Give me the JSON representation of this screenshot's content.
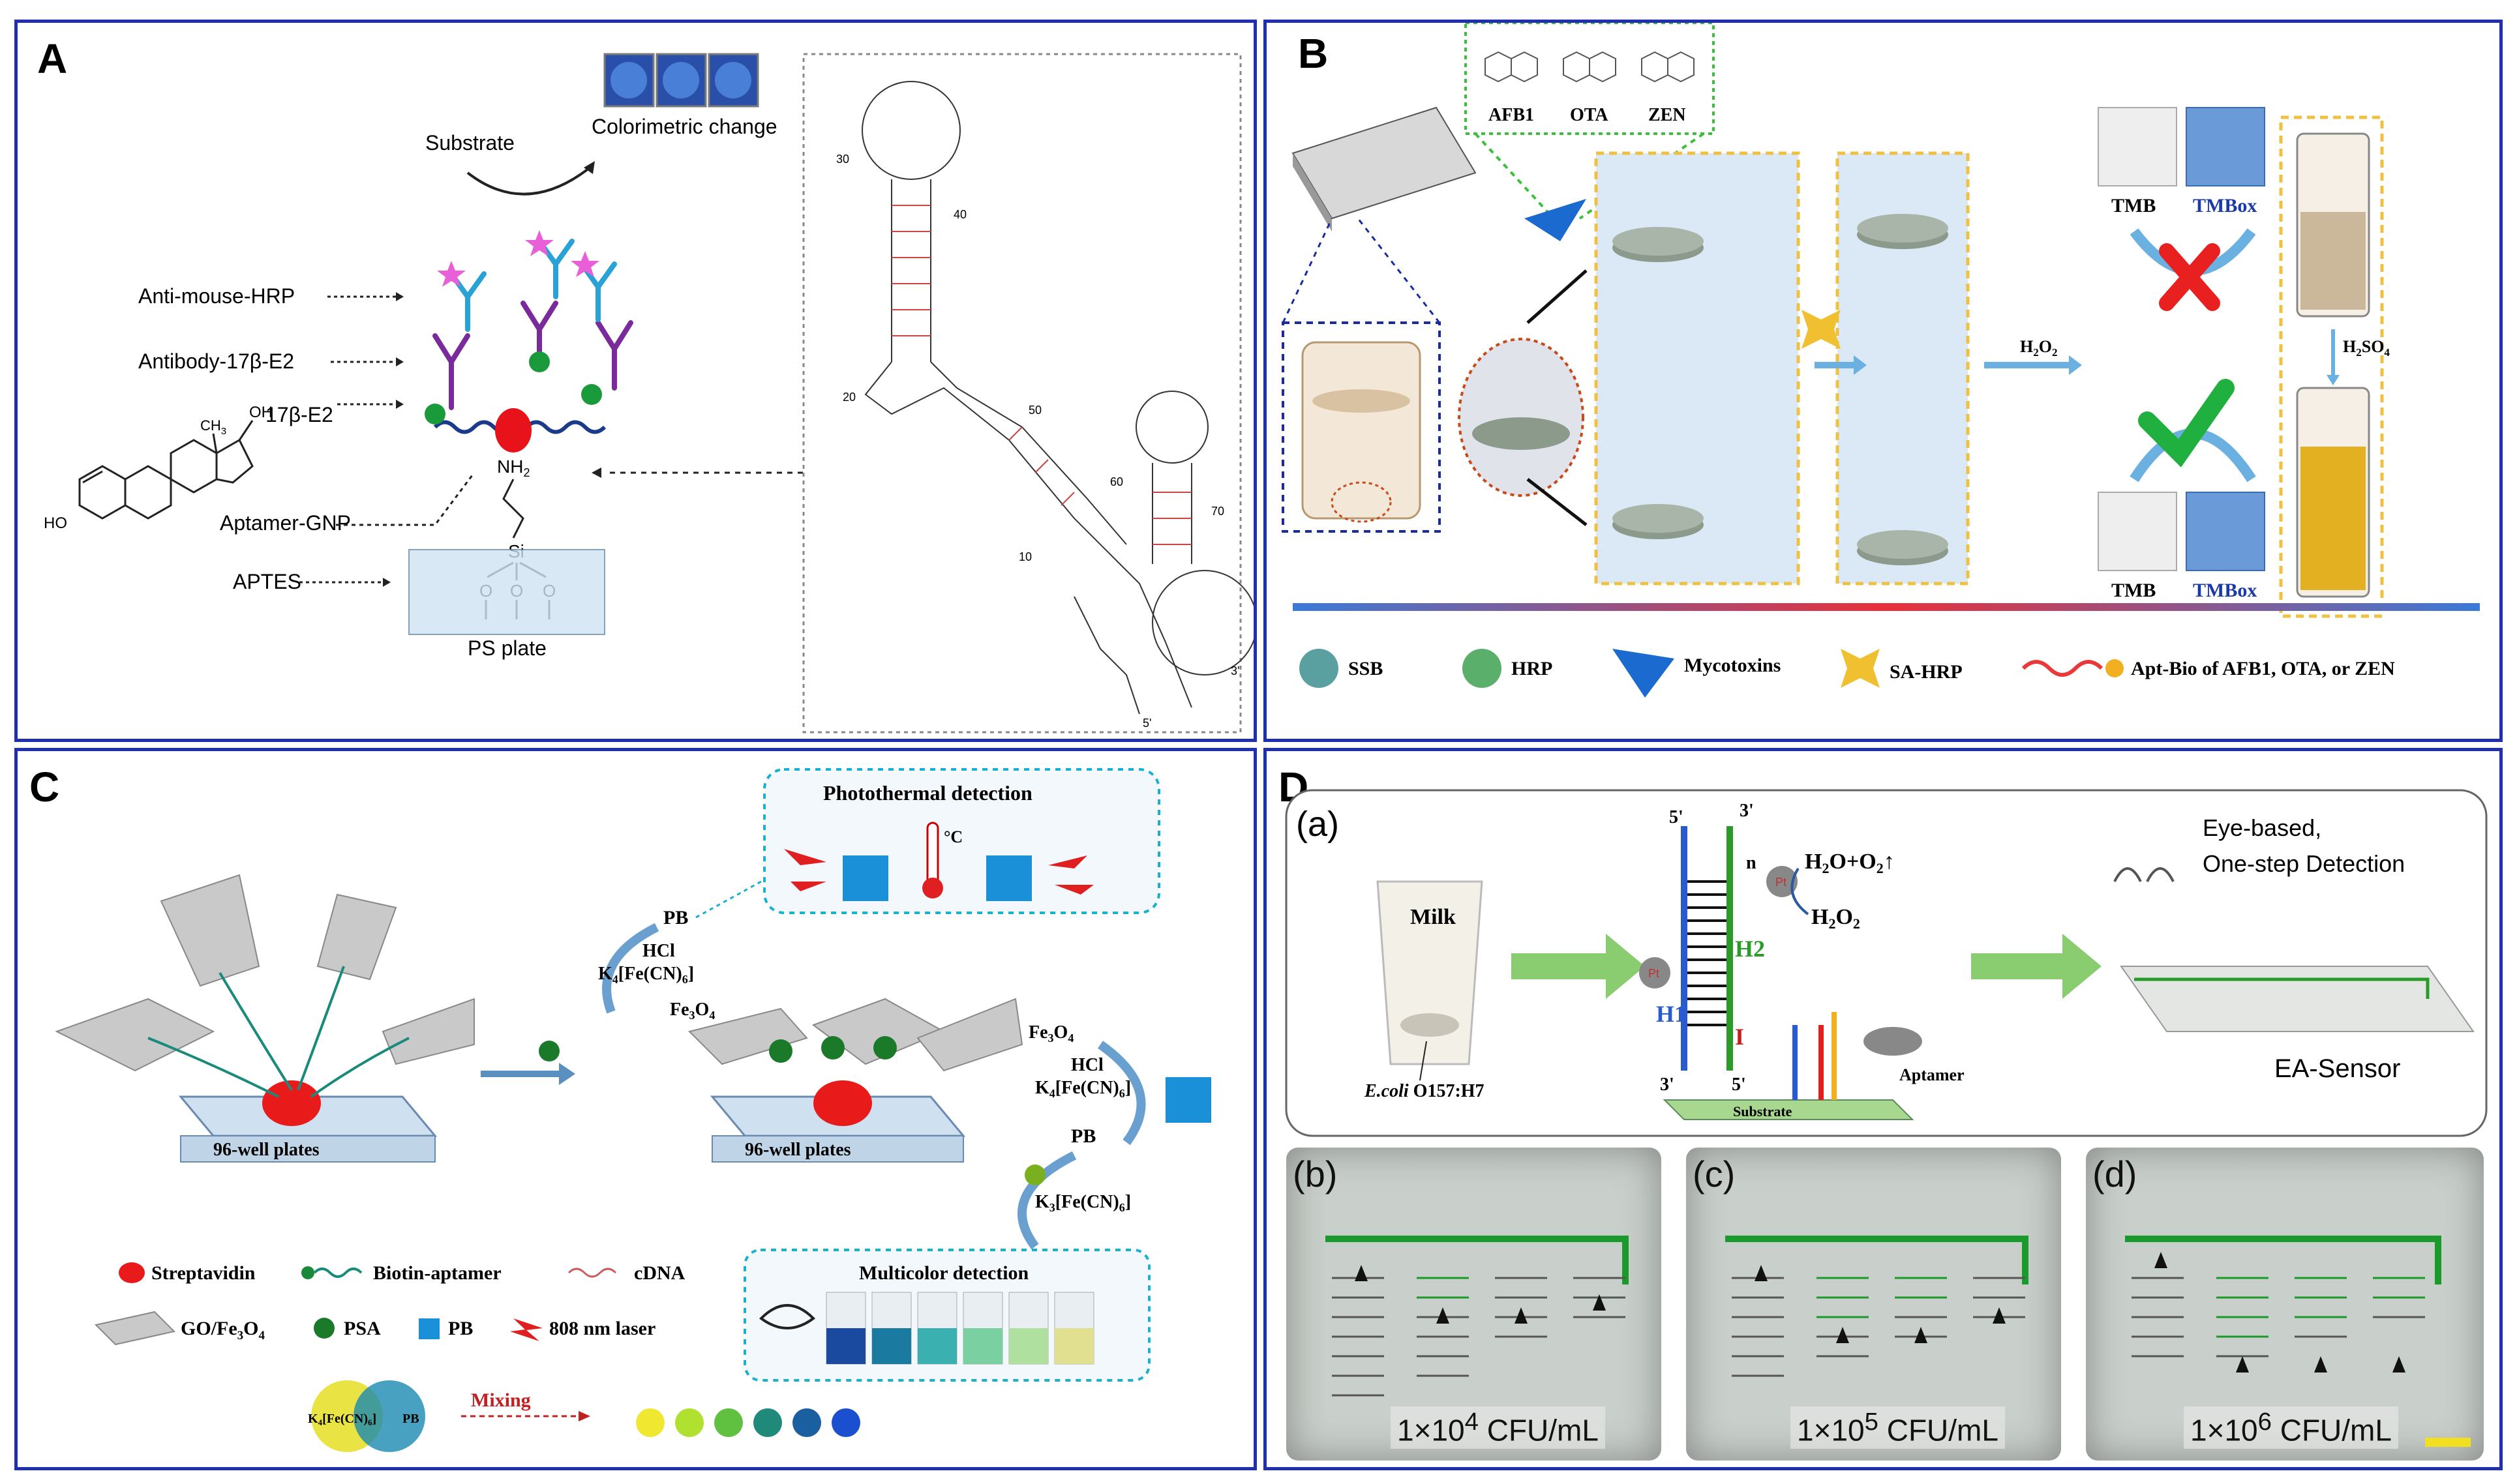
{
  "panels": {
    "A": {
      "label": "A",
      "substrate": "Substrate",
      "colorimetric": "Colorimetric change",
      "anti_mouse": "Anti-mouse-HRP",
      "antibody": "Antibody-17β-E2",
      "e2": "17β-E2",
      "aptamer_gnp": "Aptamer-GNP",
      "aptes": "APTES",
      "ps_plate": "PS plate",
      "nh2": "NH",
      "nh2_sub": "2",
      "si": "Si",
      "o": "O",
      "ho": "HO",
      "oh": "OH",
      "ch3": "CH",
      "ch3_sub": "3",
      "h": "H",
      "seq_numbers": [
        "30",
        "40",
        "20",
        "50",
        "60",
        "70",
        "10"
      ],
      "five_prime": "5'",
      "three_prime": "3'"
    },
    "B": {
      "label": "B",
      "toxins": [
        "AFB1",
        "OTA",
        "ZEN"
      ],
      "h2o2": "H",
      "h2o2_sub": "2",
      "h2o2_o": "O",
      "h2so4": "H",
      "h2so4_2": "2",
      "h2so4_so": "SO",
      "h2so4_4": "4",
      "tmb": "TMB",
      "tmbox": "TMBox",
      "legend": [
        "SSB",
        "HRP",
        "Mycotoxins",
        "SA-HRP",
        "Apt-Bio of AFB1, OTA, or ZEN"
      ]
    },
    "C": {
      "label": "C",
      "photothermal": "Photothermal detection",
      "celsius": "°C",
      "pb": "PB",
      "hcl": "HCl",
      "k4": "K",
      "k4_sub1": "4",
      "k4_mid": "[Fe(CN)",
      "k4_sub2": "6",
      "k4_end": "]",
      "k3_sub1": "3",
      "fe3o4": "Fe",
      "fe3o4_3": "3",
      "fe3o4_o": "O",
      "fe3o4_4": "4",
      "plates": "96-well plates",
      "multicolor": "Multicolor detection",
      "legend": [
        "Streptavidin",
        "Biotin-aptamer",
        "cDNA",
        "GO/Fe",
        "PSA",
        "PB",
        "808 nm laser"
      ],
      "go_sub3": "3",
      "go_o": "O",
      "go_sub4": "4",
      "mix_k": "K",
      "mix_sub1": "4",
      "mix_mid": "[Fe(CN)",
      "mix_sub2": "6",
      "mix_end": "]",
      "mix_pb": "PB",
      "mixing": "Mixing"
    },
    "D": {
      "label": "D",
      "sub_a": "(a)",
      "milk": "Milk",
      "ecoli": "E.coli",
      "ecoli_strain": " O157:H7",
      "five": "5'",
      "three": "3'",
      "n": "n",
      "h2o": "H",
      "h2o_sub": "2",
      "o_plus": "O+O",
      "o2_sub": "2",
      "arrow_up": "↑",
      "h2o2b": "H",
      "h2o2b_sub": "2",
      "h2o2b_o": "O",
      "h2o2b_sub2": "2",
      "pt": "Pt",
      "h1": "H1",
      "h2": "H2",
      "i": "I",
      "aptamer": "Aptamer",
      "substrate": "Substrate",
      "eye_based": "Eye-based,",
      "one_step": "One-step Detection",
      "ea_sensor": "EA-Sensor",
      "sub_b": "(b)",
      "sub_c": "(c)",
      "sub_d": "(d)",
      "conc_base": "1×10",
      "conc_unit": " CFU/mL",
      "exp_b": "4",
      "exp_c": "5",
      "exp_d": "6"
    }
  }
}
